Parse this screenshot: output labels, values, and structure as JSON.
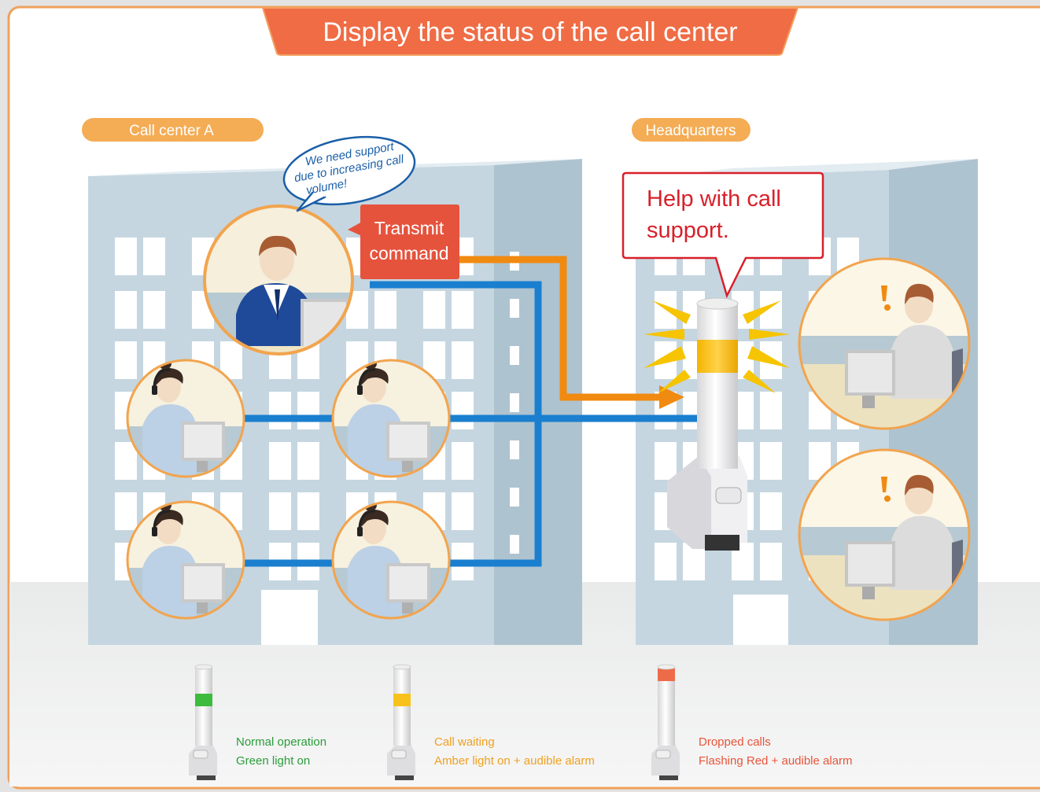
{
  "title": "Display the status of the call center",
  "left_building": {
    "label": "Call center A"
  },
  "right_building": {
    "label": "Headquarters"
  },
  "speech_bubble": {
    "lines": [
      "We need support",
      "due to increasing call",
      "volume!"
    ]
  },
  "command_box": {
    "lines": [
      "Transmit",
      "command"
    ]
  },
  "hq_message": {
    "lines": [
      "Help with call",
      "support."
    ]
  },
  "legend": [
    {
      "color": "#2a9d3a",
      "lamp": "#3dbb3d",
      "line1": "Normal operation",
      "line2": "Green light on"
    },
    {
      "color": "#f0a020",
      "lamp": "#f8c21c",
      "line1": "Call waiting",
      "line2": "Amber light on + audible alarm"
    },
    {
      "color": "#e8553a",
      "lamp": "#ee6b4a",
      "line1": "Dropped calls",
      "line2": "Flashing Red + audible alarm"
    }
  ],
  "colors": {
    "accent_orange": "#ef6c45",
    "label_orange": "#f4ac55",
    "line_blue": "#1a7fcf",
    "arrow_orange": "#f08a10",
    "alert_red": "#d8202a"
  }
}
